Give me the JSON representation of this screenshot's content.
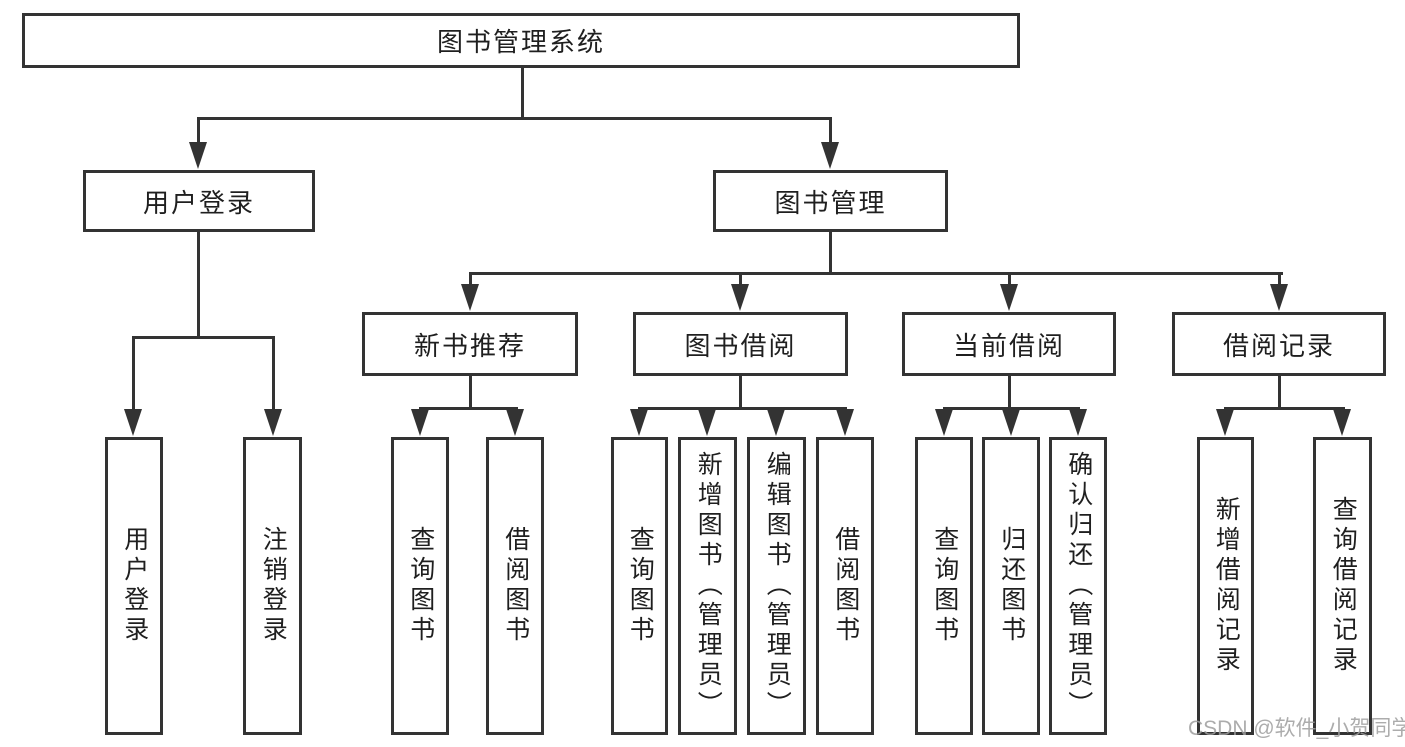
{
  "tree": {
    "label": "图书管理系统",
    "children": [
      {
        "label": "用户登录",
        "children": [
          {
            "label": "用户登录"
          },
          {
            "label": "注销登录"
          }
        ]
      },
      {
        "label": "图书管理",
        "children": [
          {
            "label": "新书推荐",
            "children": [
              {
                "label": "查询图书"
              },
              {
                "label": "借阅图书"
              }
            ]
          },
          {
            "label": "图书借阅",
            "children": [
              {
                "label": "查询图书"
              },
              {
                "label": "新增图书（管理员）"
              },
              {
                "label": "编辑图书（管理员）"
              },
              {
                "label": "借阅图书"
              }
            ]
          },
          {
            "label": "当前借阅",
            "children": [
              {
                "label": "查询图书"
              },
              {
                "label": "归还图书"
              },
              {
                "label": "确认归还（管理员）"
              }
            ]
          },
          {
            "label": "借阅记录",
            "children": [
              {
                "label": "新增借阅记录"
              },
              {
                "label": "查询借阅记录"
              }
            ]
          }
        ]
      }
    ]
  },
  "watermark": {
    "text": "CSDN @软件_小贺同学"
  },
  "colors": {
    "line": "#333333",
    "text": "#1f1f1f",
    "watermark": "#9e9e9e",
    "background": "#ffffff"
  }
}
